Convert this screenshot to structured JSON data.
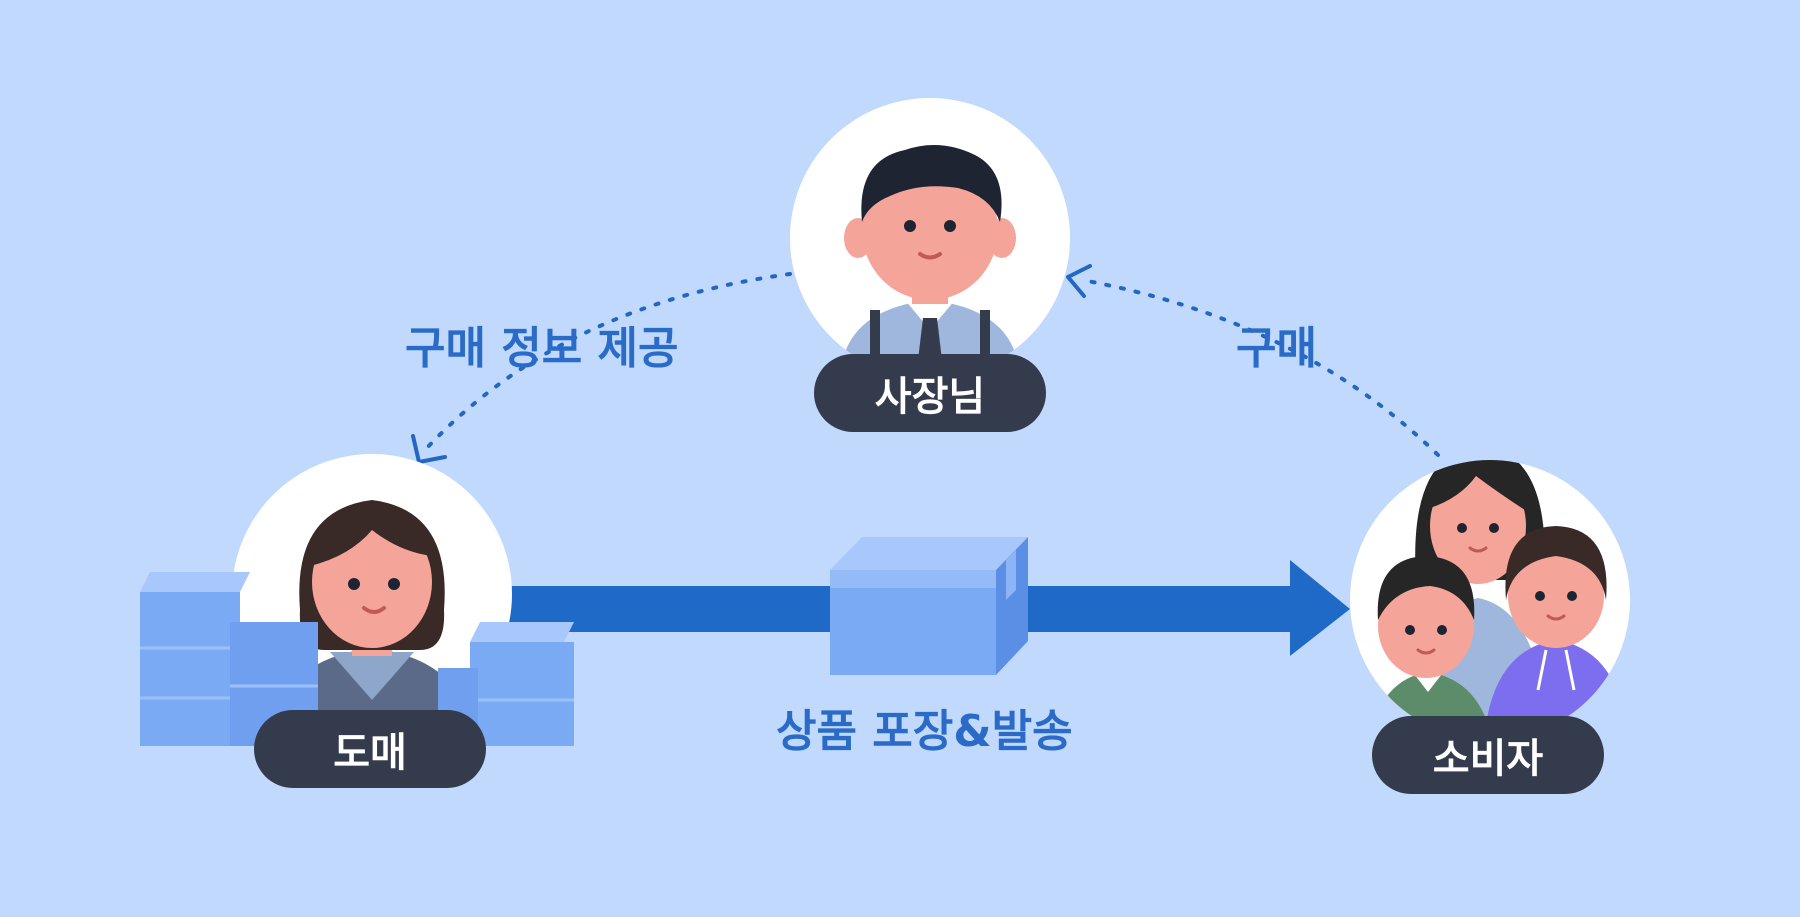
{
  "nodes": {
    "owner": {
      "label": "사장님"
    },
    "wholesaler": {
      "label": "도매"
    },
    "consumer": {
      "label": "소비자"
    }
  },
  "flows": {
    "purchase_info": {
      "label": "구매 정보 제공"
    },
    "purchase": {
      "label": "구매"
    },
    "shipping": {
      "label": "상품 포장&발송"
    }
  },
  "colors": {
    "background": "#c1d9fd",
    "accent": "#1f6ac6",
    "label_text": "#2a6bc7",
    "pill": "#343b4d"
  }
}
